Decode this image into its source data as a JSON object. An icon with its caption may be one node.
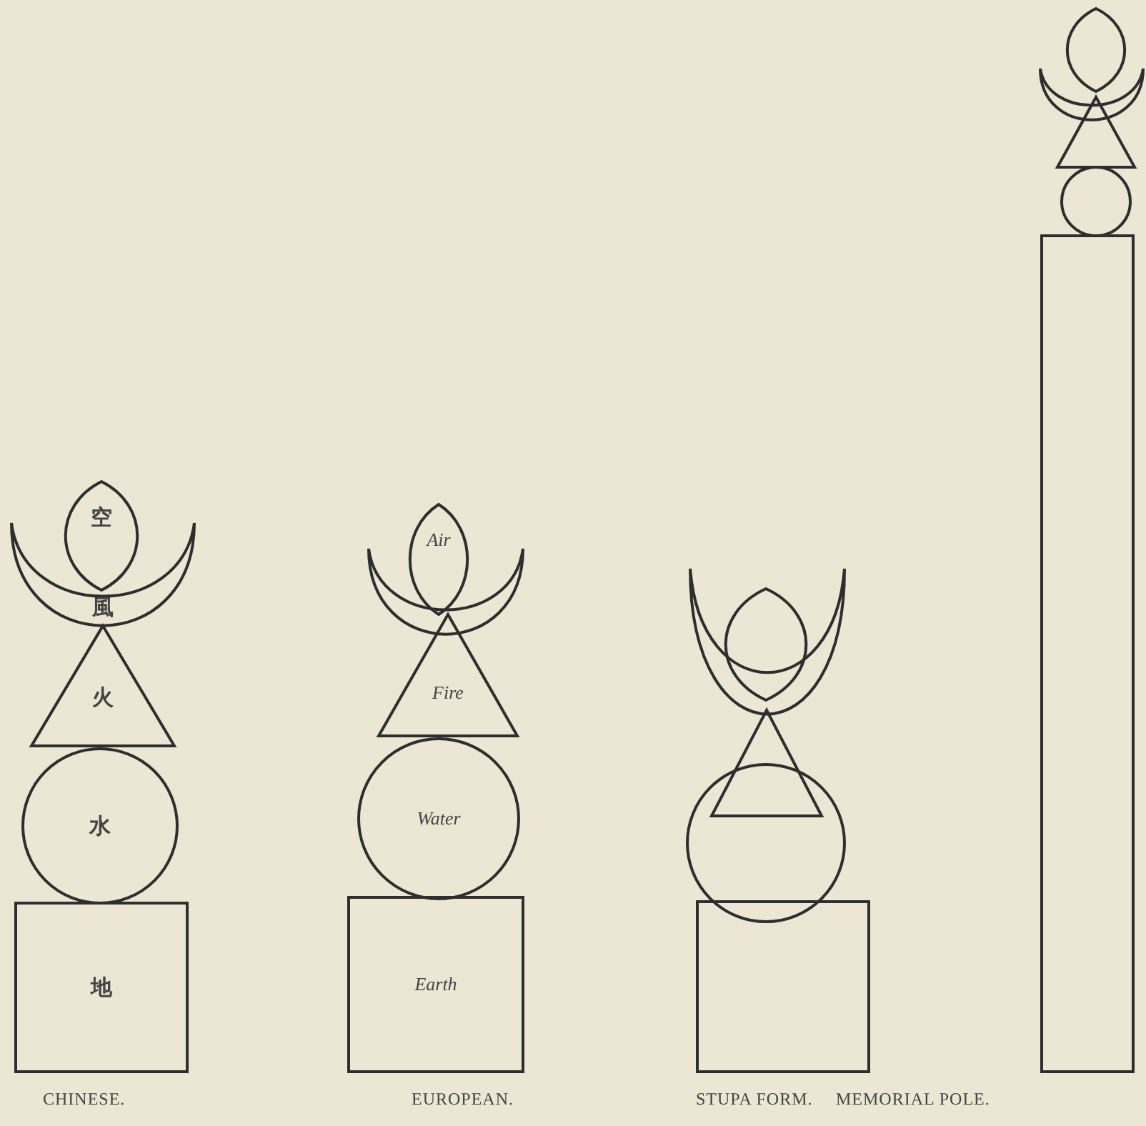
{
  "diagram": {
    "nodes": [
      {
        "text": [
          "空"
        ]
      },
      {
        "text": [
          "風"
        ]
      },
      {
        "text": [
          "火"
        ]
      },
      {
        "text": [
          "水"
        ]
      },
      {
        "text": [
          "地"
        ]
      },
      {
        "text": [
          "Air"
        ]
      },
      {
        "text": [],
        "shape": "crescent"
      },
      {
        "text": [
          "Fire"
        ]
      },
      {
        "text": [
          "Water"
        ]
      },
      {
        "text": [
          "Earth"
        ]
      },
      {
        "text": [],
        "shape": "oval"
      },
      {
        "text": [],
        "shape": "crescent"
      },
      {
        "text": [],
        "shape": "triangle"
      },
      {
        "text": [],
        "shape": "circle"
      },
      {
        "text": [],
        "shape": "box"
      },
      {
        "text": [],
        "shape": "oval"
      },
      {
        "text": [],
        "shape": "crescent"
      },
      {
        "text": [],
        "shape": "triangle"
      },
      {
        "text": [],
        "shape": "circle"
      },
      {
        "text": [],
        "shape": "bar"
      }
    ],
    "labels": [
      "CHINESE.",
      "EUROPEAN.",
      "STUPA FORM.",
      "MEMORIAL POLE."
    ]
  }
}
